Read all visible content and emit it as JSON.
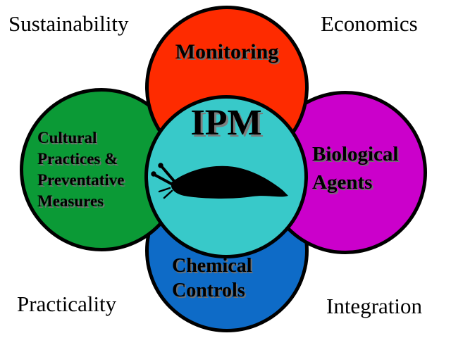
{
  "diagram": {
    "type": "venn",
    "topic": "Integrated Pest Management"
  },
  "corner_labels": {
    "top_left": "Sustainability",
    "top_right": "Economics",
    "bottom_left": "Practicality",
    "bottom_right": "Integration"
  },
  "circles": {
    "center": {
      "label": "IPM",
      "color": "#38C9C9"
    },
    "top": {
      "label": "Monitoring",
      "color": "#FE2B00"
    },
    "left": {
      "lines": [
        "Cultural",
        "Practices &",
        "Preventative",
        "Measures"
      ],
      "color": "#0B9A36"
    },
    "right": {
      "lines": [
        "Biological",
        "Agents"
      ],
      "color": "#CB00CB"
    },
    "bottom": {
      "lines": [
        "Chemical",
        "Controls"
      ],
      "color": "#0E6BC7"
    }
  },
  "icons": {
    "slug": "slug-silhouette",
    "slug_color": "#000000"
  },
  "colors": {
    "background": "#FFFFFF",
    "circle_outline": "#000000",
    "label_text": "#000000",
    "label_shadow": "#707070"
  }
}
